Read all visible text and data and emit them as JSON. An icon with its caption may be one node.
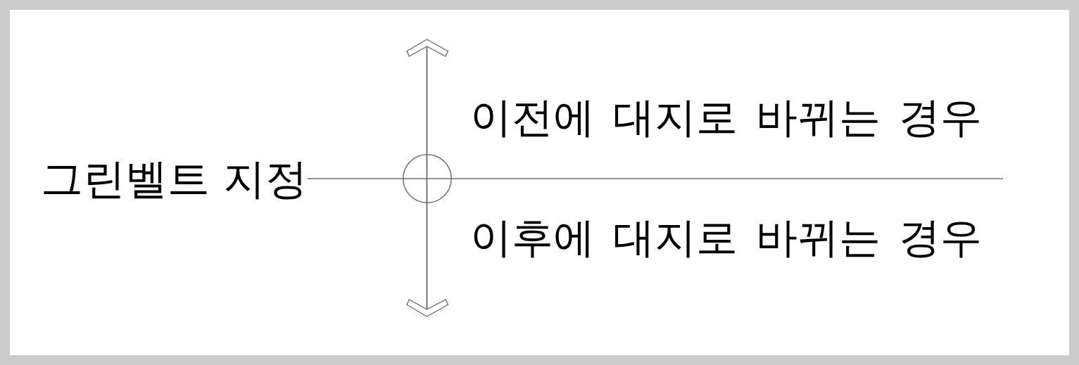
{
  "diagram": {
    "nodes": [
      {
        "text": [
          "그린벨트 지정"
        ]
      },
      {
        "text": [],
        "shape": "circle"
      }
    ],
    "edges": [
      {
        "from": 0,
        "to": 1,
        "arrow": "none"
      }
    ],
    "labels": [
      "이전에 대지로 바뀌는 경우",
      "이후에 대지로 바뀌는 경우"
    ]
  }
}
